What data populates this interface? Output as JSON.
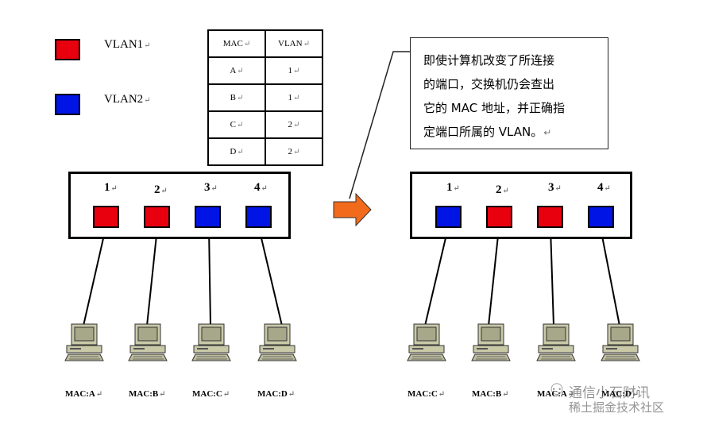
{
  "legend": {
    "vlan1_label": "VLAN1",
    "vlan2_label": "VLAN2",
    "vlan1_color": "#e8000f",
    "vlan2_color": "#0014e6"
  },
  "mac_table": {
    "headers": [
      "MAC",
      "VLAN"
    ],
    "rows": [
      [
        "A",
        "1"
      ],
      [
        "B",
        "1"
      ],
      [
        "C",
        "2"
      ],
      [
        "D",
        "2"
      ]
    ]
  },
  "note": {
    "lines": [
      "即使计算机改变了所连接",
      "的端口，交换机仍会查出",
      "它的 MAC 地址，并正确指",
      "定端口所属的 VLAN。"
    ]
  },
  "left_switch": {
    "ports": [
      {
        "num": "1",
        "vlan": 1
      },
      {
        "num": "2",
        "vlan": 1
      },
      {
        "num": "3",
        "vlan": 2
      },
      {
        "num": "4",
        "vlan": 2
      }
    ],
    "computers": [
      "MAC:A",
      "MAC:B",
      "MAC:C",
      "MAC:D"
    ]
  },
  "right_switch": {
    "ports": [
      {
        "num": "1",
        "vlan": 2
      },
      {
        "num": "2",
        "vlan": 1
      },
      {
        "num": "3",
        "vlan": 1
      },
      {
        "num": "4",
        "vlan": 2
      }
    ],
    "computers": [
      "MAC:C",
      "MAC:B",
      "MAC:A",
      "MAC:D"
    ]
  },
  "arrow_color": "#f26a1b",
  "watermark": {
    "line1": "通信小石财讯",
    "line2": "稀土掘金技术社区"
  }
}
